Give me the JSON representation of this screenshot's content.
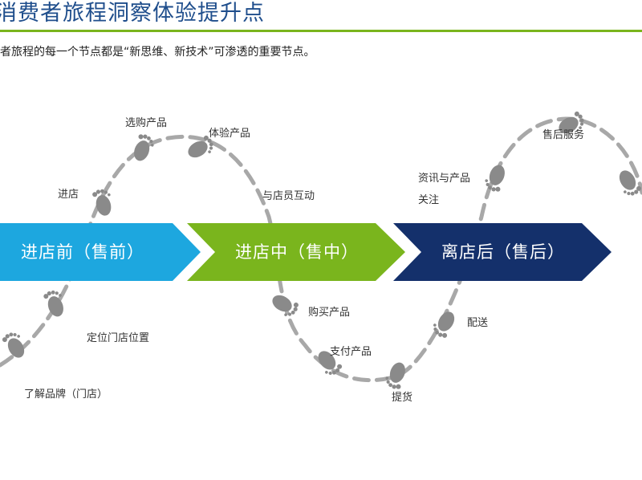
{
  "title": "消费者旅程洞察体验提升点",
  "subtitle": "者旅程的每一个节点都是“新思维、新技术”可渗透的重要节点。",
  "stages": [
    {
      "label": "进店前（售前）",
      "color": "#1da7df"
    },
    {
      "label": "进店中（售中）",
      "color": "#7ab51d"
    },
    {
      "label": "离店后（售后）",
      "color": "#14306b"
    }
  ],
  "touchpoints": {
    "understand_brand": "了解品牌（门店）",
    "locate_store": "定位门店位置",
    "enter_store": "进店",
    "choose_product": "选购产品",
    "experience_product": "体验产品",
    "interact_staff": "与店员互动",
    "purchase": "购买产品",
    "pay": "支付产品",
    "pickup": "提货",
    "delivery": "配送",
    "info_line1": "资讯与产品",
    "info_line2": "关注",
    "after_sales": "售后服务"
  },
  "colors": {
    "footprint": "#8a8a8a",
    "path": "#a8a8a8",
    "title": "#1f4e8c",
    "rule": "#7ab51d"
  }
}
